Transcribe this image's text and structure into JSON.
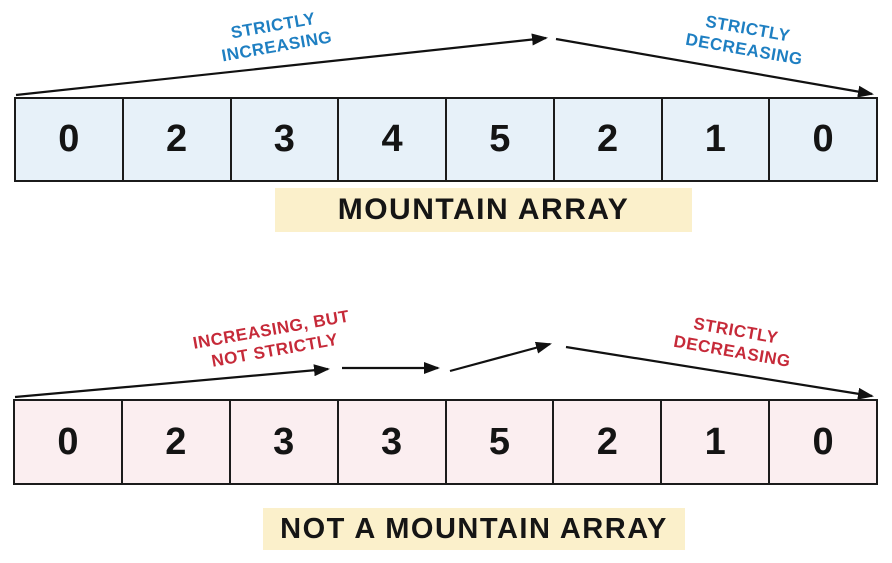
{
  "colors": {
    "mountain_cell": "#e7f1f9",
    "not_mountain_cell": "#fbeef0",
    "caption_bg": "#fbf0cb",
    "annotation_blue": "#1e7fc2",
    "annotation_red": "#c62a39",
    "arrow": "#111111",
    "cell_border": "#1b1b1b",
    "number": "#141414"
  },
  "mountain": {
    "values": [
      0,
      2,
      3,
      4,
      5,
      2,
      1,
      0
    ],
    "caption": "MOUNTAIN ARRAY",
    "increasing_label": {
      "line1": "STRICTLY",
      "line2": "INCREASING"
    },
    "decreasing_label": {
      "line1": "STRICTLY",
      "line2": "DECREASING"
    }
  },
  "not_mountain": {
    "values": [
      0,
      2,
      3,
      3,
      5,
      2,
      1,
      0
    ],
    "caption": "NOT A MOUNTAIN ARRAY",
    "increasing_label": {
      "line1": "INCREASING, BUT",
      "line2": "NOT STRICTLY"
    },
    "decreasing_label": {
      "line1": "STRICTLY",
      "line2": "DECREASING"
    }
  }
}
